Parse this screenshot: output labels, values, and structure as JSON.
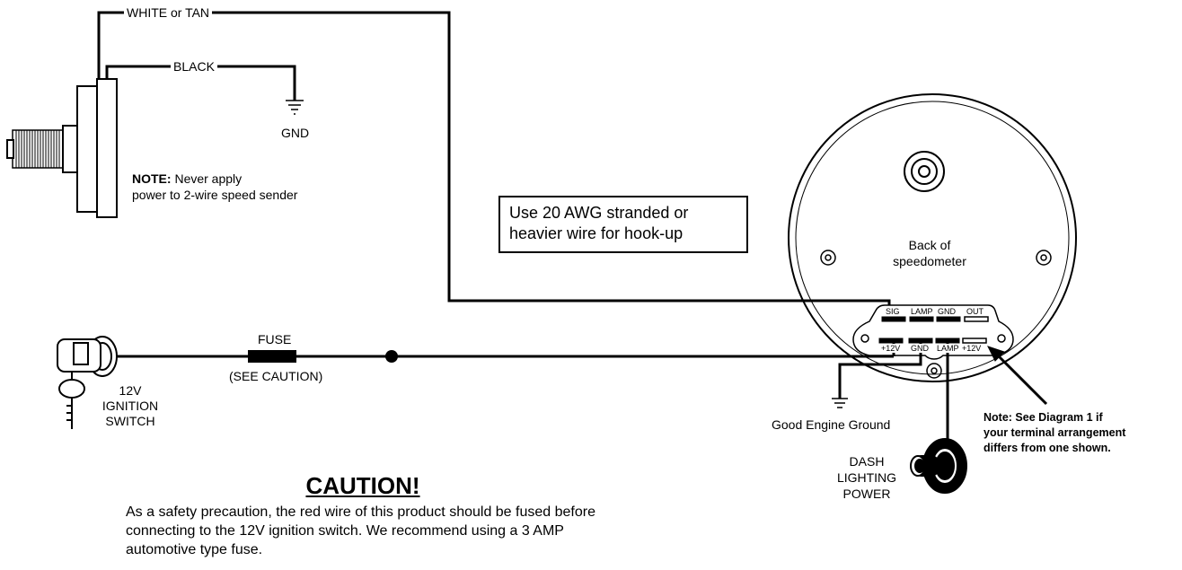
{
  "wires": {
    "white_tan": "WHITE or TAN",
    "black": "BLACK"
  },
  "ground_label": "GND",
  "sender_note": {
    "bold": "NOTE:",
    "line1": " Never apply",
    "line2": "power to 2-wire speed sender"
  },
  "hookup_note": {
    "line1": "Use 20 AWG stranded or",
    "line2": "heavier wire for hook-up"
  },
  "speedometer": {
    "label_line1": "Back of",
    "label_line2": "speedometer",
    "terminals_top": [
      "SIG",
      "LAMP",
      "GND",
      "OUT"
    ],
    "terminals_bottom": [
      "+12V",
      "GND",
      "LAMP",
      "+12V"
    ]
  },
  "fuse": {
    "label": "FUSE",
    "caution_ref": "(SEE CAUTION)"
  },
  "ignition": {
    "line1": "12V",
    "line2": "IGNITION",
    "line3": "SWITCH"
  },
  "engine_ground": "Good Engine Ground",
  "dash_lighting": {
    "line1": "DASH",
    "line2": "LIGHTING",
    "line3": "POWER"
  },
  "terminal_note": {
    "line1": "Note:  See Diagram 1 if",
    "line2": "your terminal arrangement",
    "line3": "differs from one shown."
  },
  "caution": {
    "title": "CAUTION!",
    "text": "As a safety precaution, the red wire of this product should be fused before connecting to the 12V ignition switch. We recommend using a 3 AMP automotive type fuse."
  }
}
